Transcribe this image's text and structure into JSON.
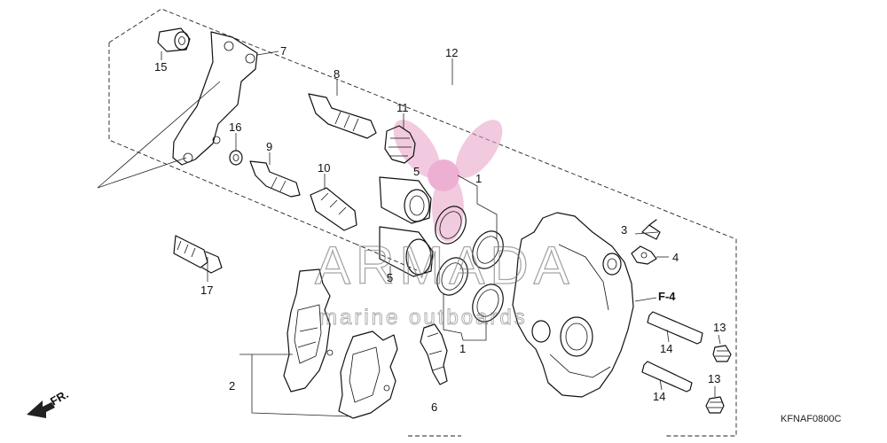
{
  "diagram": {
    "callouts": [
      {
        "id": "c1a",
        "text": "1"
      },
      {
        "id": "c1b",
        "text": "1"
      },
      {
        "id": "c2",
        "text": "2"
      },
      {
        "id": "c3",
        "text": "3"
      },
      {
        "id": "c4",
        "text": "4"
      },
      {
        "id": "c5a",
        "text": "5"
      },
      {
        "id": "c5b",
        "text": "5"
      },
      {
        "id": "c6",
        "text": "6"
      },
      {
        "id": "c7",
        "text": "7"
      },
      {
        "id": "c8",
        "text": "8"
      },
      {
        "id": "c9",
        "text": "9"
      },
      {
        "id": "c10",
        "text": "10"
      },
      {
        "id": "c11",
        "text": "11"
      },
      {
        "id": "c12",
        "text": "12"
      },
      {
        "id": "c13a",
        "text": "13"
      },
      {
        "id": "c13b",
        "text": "13"
      },
      {
        "id": "c14a",
        "text": "14"
      },
      {
        "id": "c14b",
        "text": "14"
      },
      {
        "id": "c15",
        "text": "15"
      },
      {
        "id": "c16",
        "text": "16"
      },
      {
        "id": "c17",
        "text": "17"
      }
    ],
    "section_ref": "F-4",
    "front_indicator": "FR.",
    "diagram_code": "KFNAF0800C"
  },
  "watermark": {
    "brand": "ARMADA",
    "tagline": "marine outboards",
    "logo_color": "#e8a0c8"
  }
}
